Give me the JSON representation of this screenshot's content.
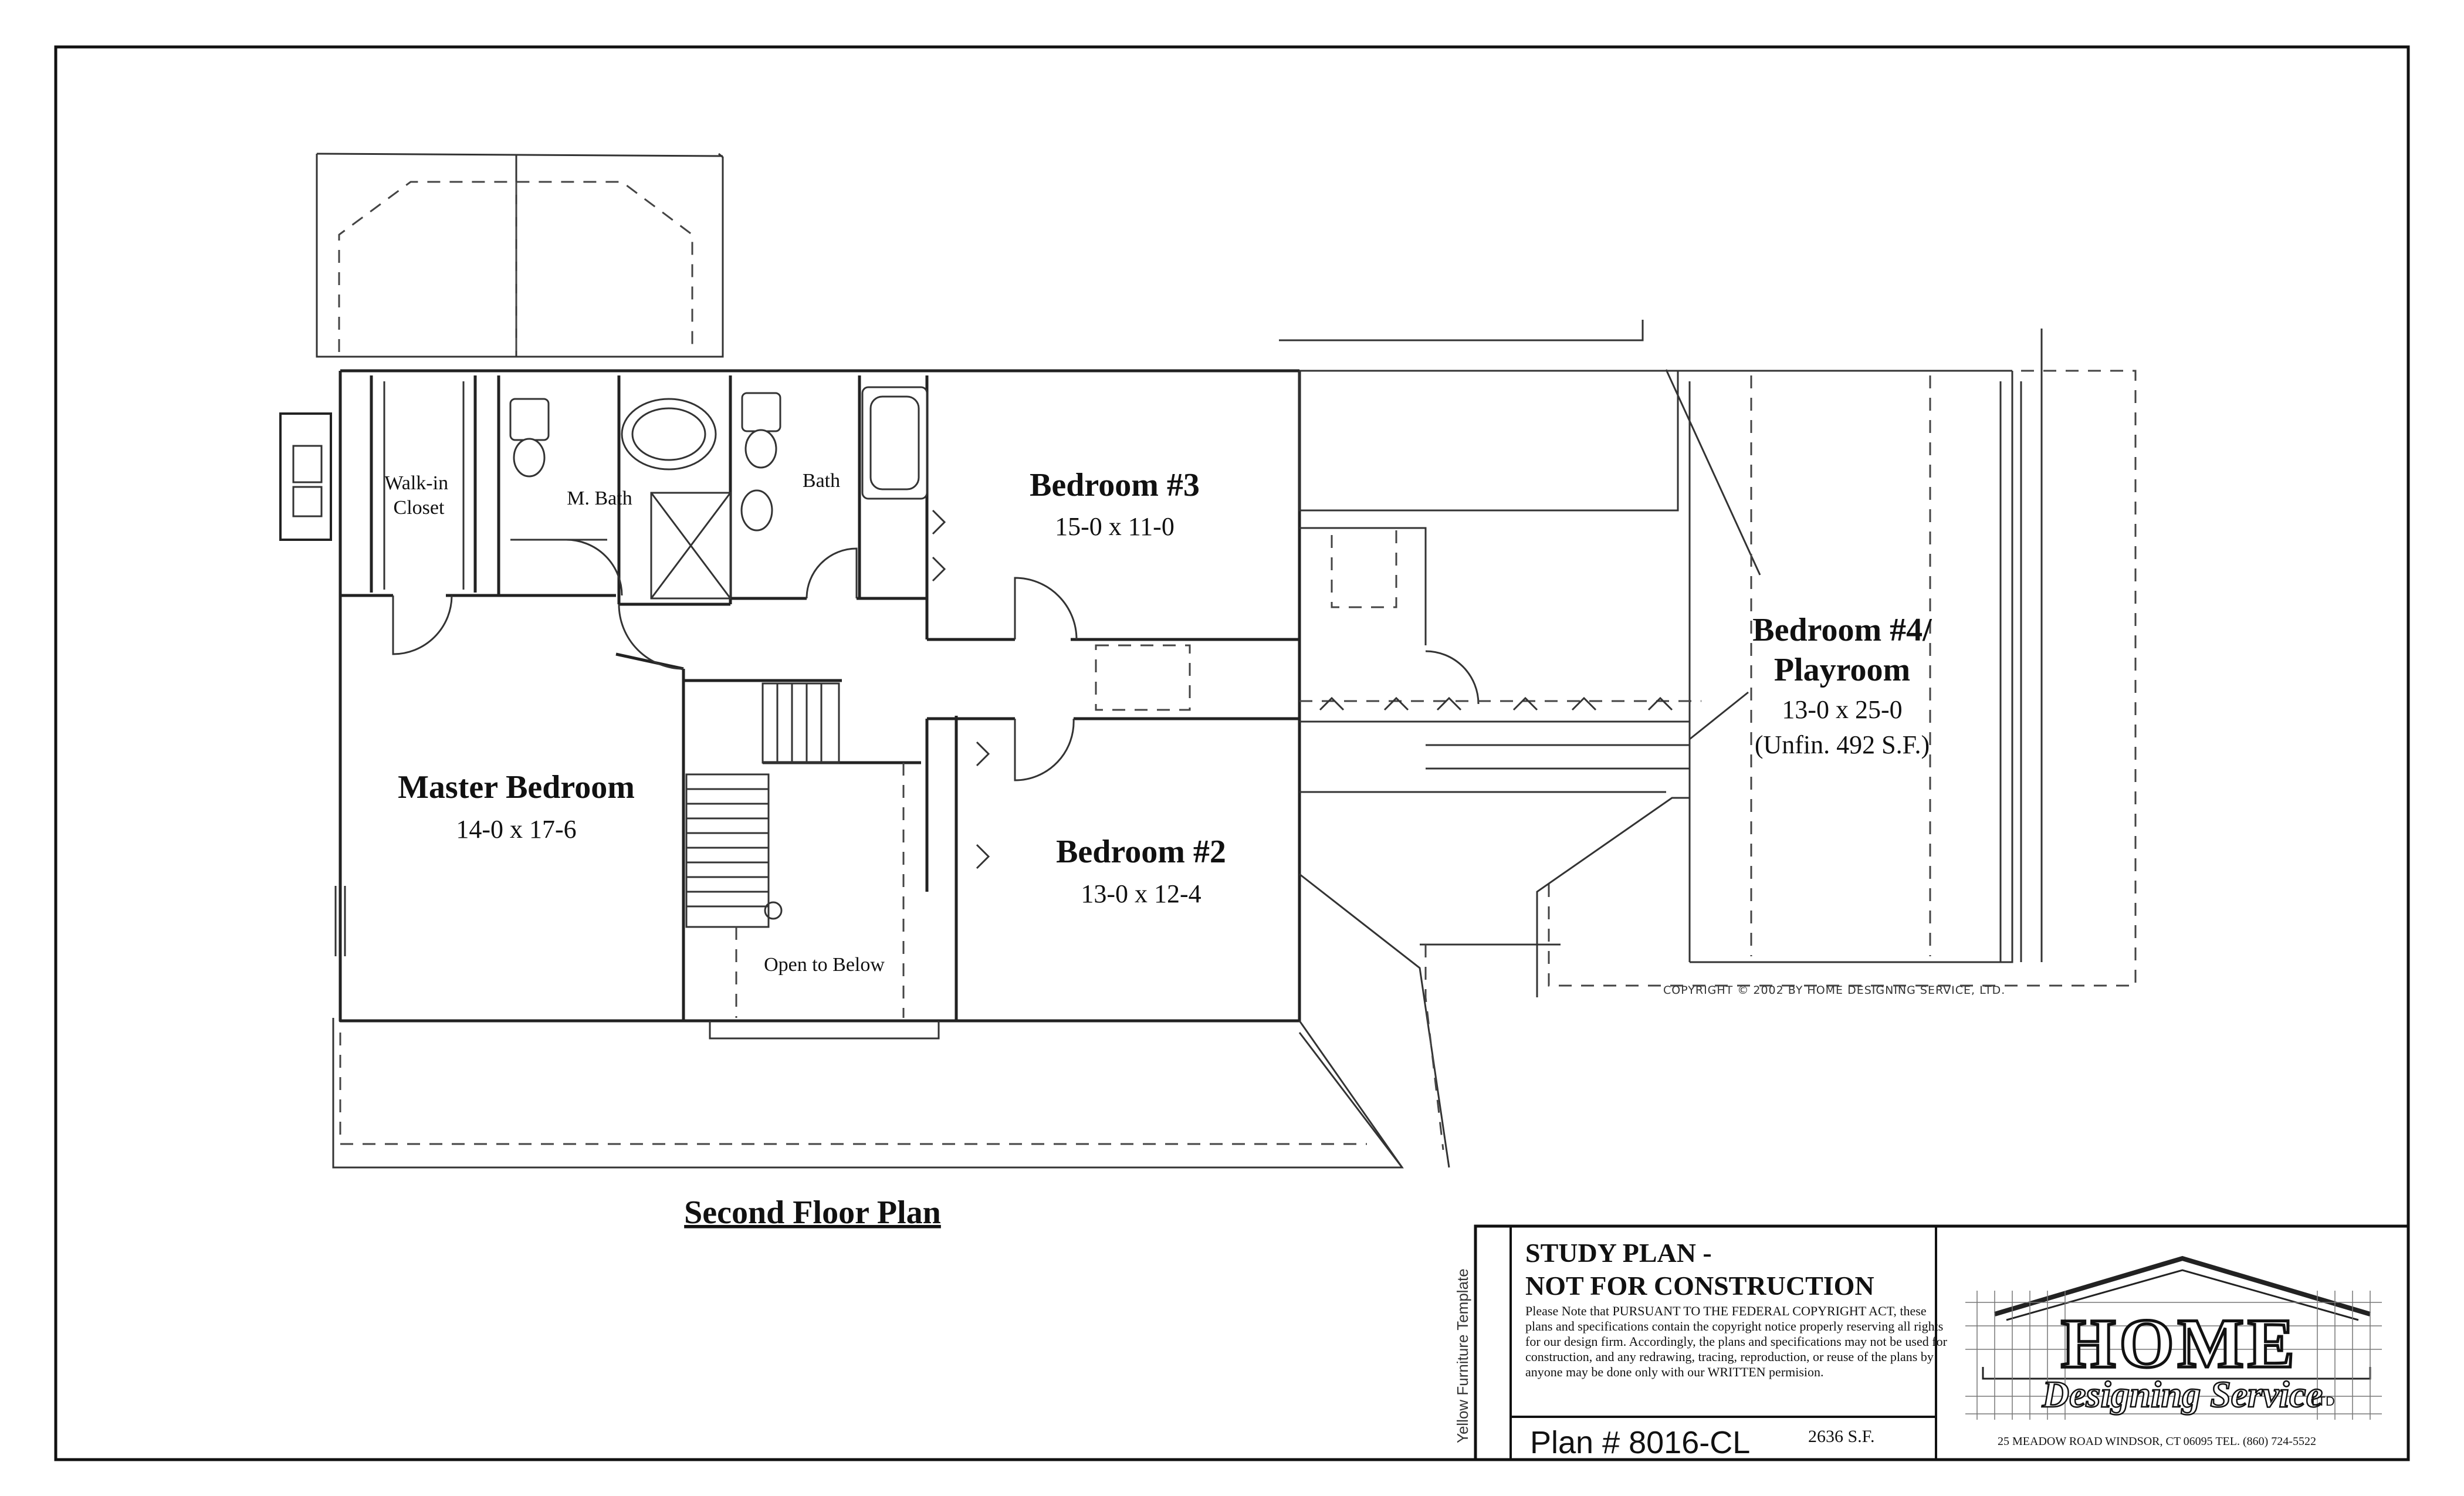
{
  "plan_title": "Second Floor Plan",
  "rooms": {
    "walk_in_closet": "Walk-in\nCloset",
    "master_bath": "M. Bath",
    "bath": "Bath",
    "bedroom3": {
      "name": "Bedroom #3",
      "size": "15-0 x 11-0"
    },
    "bedroom4": {
      "name_line1": "Bedroom #4/",
      "name_line2": "Playroom",
      "size": "13-0 x 25-0",
      "note": "(Unfin. 492 S.F.)"
    },
    "master_bedroom": {
      "name": "Master Bedroom",
      "size": "14-0 x 17-6"
    },
    "bedroom2": {
      "name": "Bedroom #2",
      "size": "13-0 x 12-4"
    },
    "open_to_below": "Open to Below"
  },
  "copyright": "COPYRIGHT © 2002 BY HOME DESIGNING SERVICE, LTD.",
  "title_block": {
    "template_label": "Yellow Furniture Template",
    "study_line1": "STUDY PLAN -",
    "study_line2": "NOT FOR CONSTRUCTION",
    "notice": "Please Note that PURSUANT TO THE FEDERAL COPYRIGHT ACT, these plans and specifications contain the copyright notice properly reserving all rights for our design firm. Accordingly, the plans and specifications may not be used for construction, and any redrawing, tracing, reproduction, or reuse of the plans by anyone may be done only with our WRITTEN permision.",
    "plan_number": "Plan # 8016-CL",
    "square_feet": "2636 S.F.",
    "address": "25 MEADOW ROAD     WINDSOR, CT 06095     TEL. (860) 724-5522",
    "logo_word1": "HOME",
    "logo_word2": "Designing Service",
    "logo_suffix": "LTD"
  }
}
